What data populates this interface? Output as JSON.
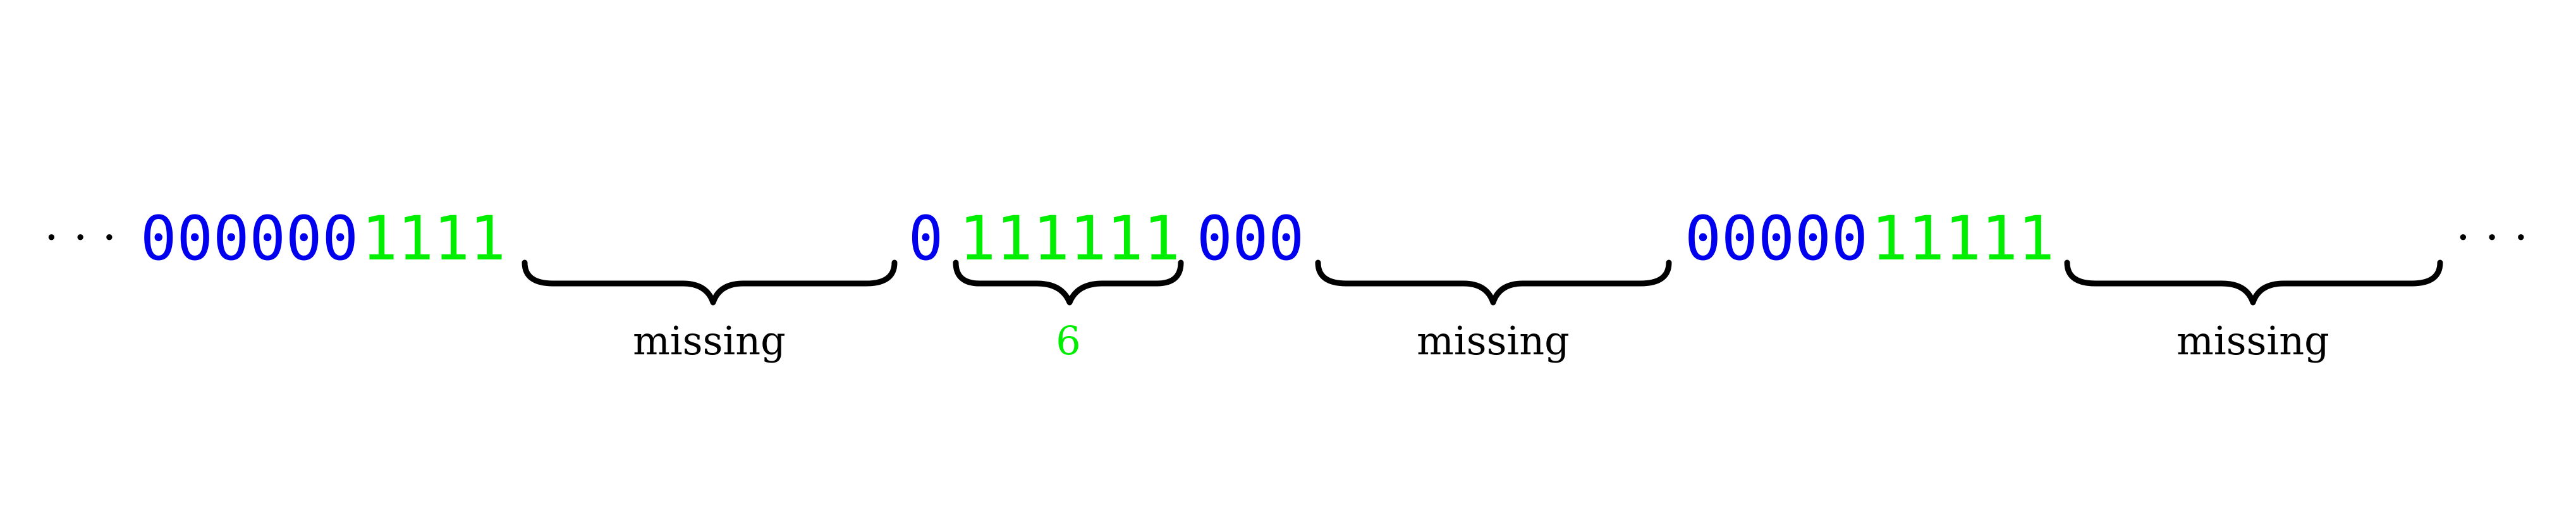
{
  "colors": {
    "zero": "#0000ee",
    "one": "#00ee00",
    "text": "#000000"
  },
  "sequence": {
    "leading_dots": "· · ·",
    "trailing_dots": "· · ·",
    "block1_zeros": "000000",
    "block1_ones": "1111",
    "gap1_label": "missing",
    "block2_zero": "0",
    "block2_ones": "111111",
    "block2_ones_count": "6",
    "block2_zeros": "000",
    "gap2_label": "missing",
    "block3_zeros": "00000",
    "block3_ones": "11111",
    "gap3_label": "missing"
  }
}
